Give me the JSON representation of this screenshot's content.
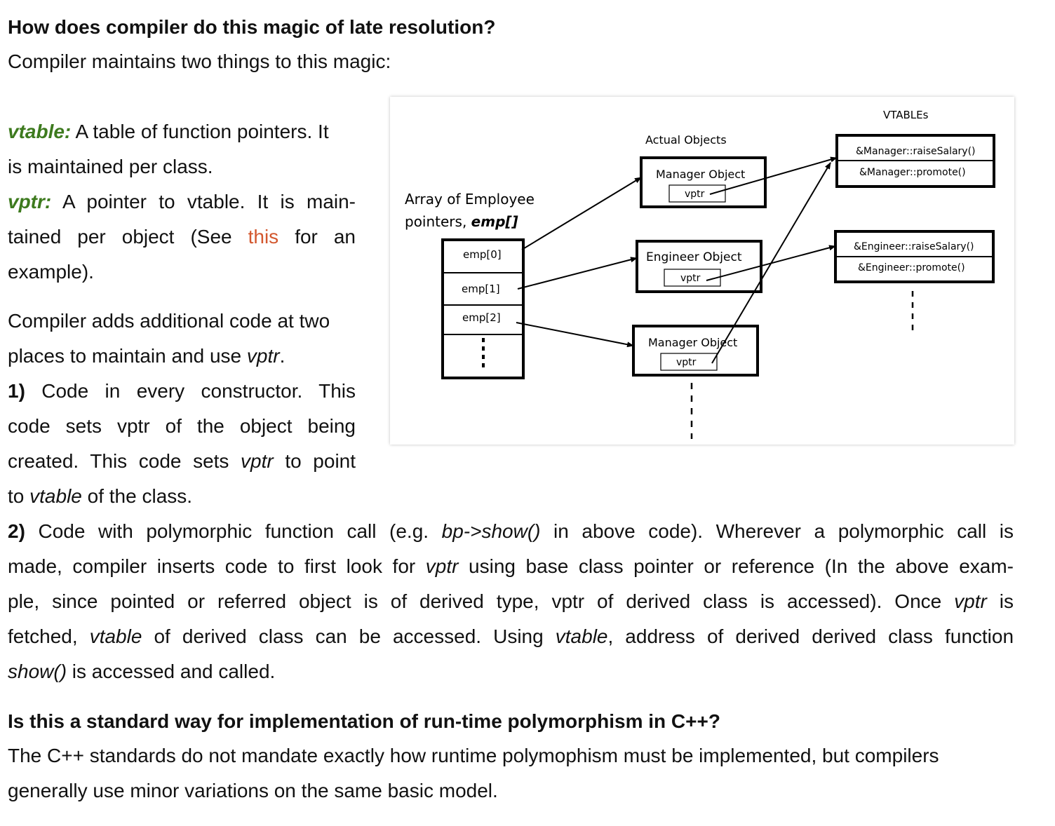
{
  "heading1": "How does compiler do this magic of late resolution?",
  "intro": "Compiler maintains two things to this magic:",
  "vtable_term": "vtable:",
  "vtable_line1": "A table of function pointers. It",
  "vtable_line2": "is maintained per class.",
  "vptr_term": "vptr:",
  "vptr_line1": "A pointer to vtable. It is main-",
  "vptr_line2_a": "tained per object (See",
  "vptr_link": "this",
  "vptr_line2_b": "for an",
  "vptr_line3": "example).",
  "adds_line1": "Compiler adds additional code at two",
  "adds_line2_a": "places to maintain and use",
  "adds_line2_vptr": "vptr",
  "adds_line2_b": ".",
  "p1_num": "1)",
  "p1_line1": "Code in every constructor. This",
  "p1_line2": "code sets vptr of the object being",
  "p1_line3_a": "created. This code sets",
  "p1_line3_vptr": "vptr",
  "p1_line3_b": "to point",
  "p1_line4_a": "to",
  "p1_line4_vtable": "vtable",
  "p1_line4_b": "of the class.",
  "p2_num": "2)",
  "p2_line1_a": "Code with polymorphic function call (e.g.",
  "p2_line1_code": "bp->show()",
  "p2_line1_b": "in above code). Wherever a polymorphic call is",
  "p2_line2_a": "made, compiler inserts code to first look for",
  "p2_line2_vptr": "vptr",
  "p2_line2_b": "using base class pointer or reference (In the above exam-",
  "p2_line3_a": "ple, since pointed or referred object is of derived type, vptr of derived class is accessed). Once",
  "p2_line3_vptr": "vptr",
  "p2_line3_b": "is",
  "p2_line4_a": "fetched,",
  "p2_line4_vtable": "vtable",
  "p2_line4_b": "of derived class can be accessed. Using",
  "p2_line4_vtable2": "vtable",
  "p2_line4_c": ", address of derived derived class function",
  "p2_line5_show": "show()",
  "p2_line5_b": "is accessed and called.",
  "heading2": "Is this a standard way for implementation of run-time polymorphism in C++?",
  "answer_line1": "The C++ standards do not mandate exactly how runtime polymophism must be implemented, but compilers",
  "answer_line2": "generally use minor variations on the same basic model.",
  "diagram": {
    "vtables_label": "VTABLEs",
    "actual_objects_label": "Actual Objects",
    "array_label_line1": "Array of Employee",
    "array_label_line2_a": "pointers,",
    "array_label_line2_b": "emp[]",
    "emp": [
      "emp[0]",
      "emp[1]",
      "emp[2]"
    ],
    "objects": [
      "Manager Object",
      "Engineer Object",
      "Manager Object"
    ],
    "vptr_label": "vptr",
    "manager_vtable": [
      "&Manager::raiseSalary()",
      "&Manager::promote()"
    ],
    "engineer_vtable": [
      "&Engineer::raiseSalary()",
      "&Engineer::promote()"
    ]
  }
}
